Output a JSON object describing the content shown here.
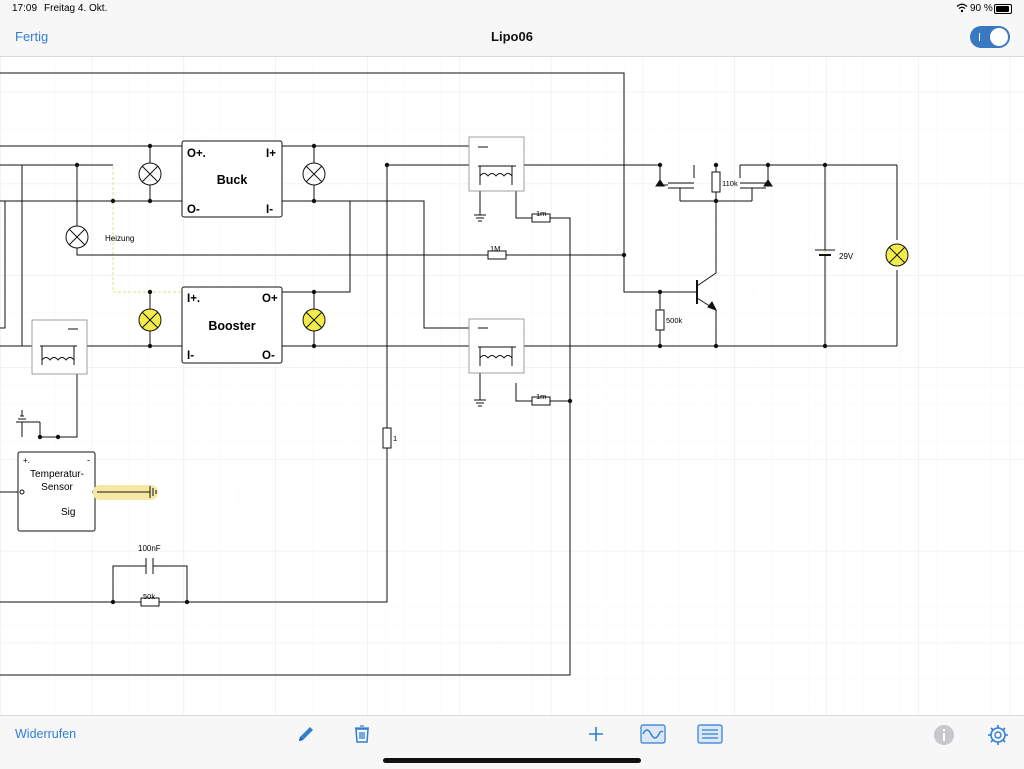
{
  "status_bar": {
    "time": "17:09",
    "date": "Freitag 4. Okt.",
    "battery": "90 %"
  },
  "nav": {
    "done_label": "Fertig",
    "title": "Lipo06",
    "toggle_state": "on",
    "toggle_color": "#3a78c2"
  },
  "toolbar": {
    "undo_label": "Widerrufen",
    "icons": [
      "pencil-icon",
      "trash-icon",
      "plus-icon",
      "waveform-icon",
      "list-icon",
      "info-icon",
      "gear-icon"
    ],
    "accent_color": "#2f7fd3"
  },
  "schematic": {
    "components": {
      "buck": {
        "name": "Buck",
        "pin_top_left": "O+.",
        "pin_top_right": "I+",
        "pin_bottom_left": "O-",
        "pin_bottom_right": "I-"
      },
      "booster": {
        "name": "Booster",
        "pin_top_left": "I+.",
        "pin_top_right": "O+",
        "pin_bottom_left": "I-",
        "pin_bottom_right": "O-"
      },
      "sensor": {
        "line1": "Temperatur-",
        "line2": "Sensor",
        "sig": "Sig",
        "plus": "+.",
        "minus": "-"
      },
      "lamp_heater_label": "Heizung",
      "r_1m_a": "1m",
      "r_1M": "1M",
      "r_1m_b": "1m",
      "r_110k": "110k",
      "r_500k": "500k",
      "r_1": "1",
      "r_50k": "50k",
      "c_100nF": "100nF",
      "battery_29V": "29V"
    }
  }
}
